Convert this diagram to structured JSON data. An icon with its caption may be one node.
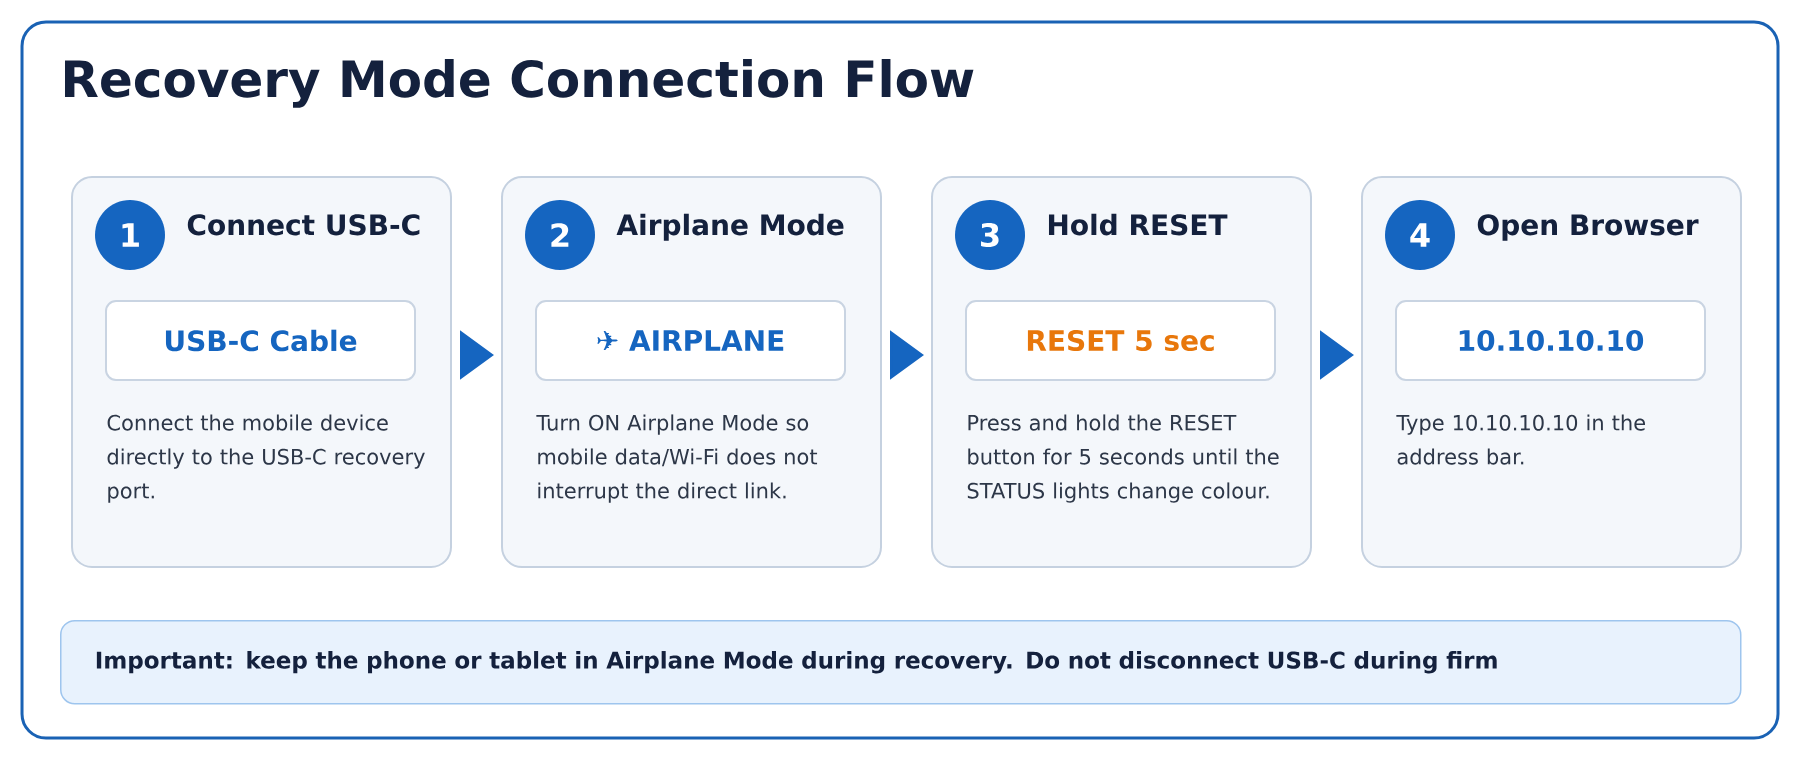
{
  "diagram": {
    "title": "Recovery Mode Connection Flow",
    "nodes": [
      {
        "text": [
          "Connect USB-C",
          "Connect the mobile device directly to the USB-C recovery port."
        ]
      },
      {
        "text": [
          "1"
        ],
        "in": 0
      },
      {
        "text": [
          "USB-C Cable"
        ],
        "in": 0
      },
      {
        "text": [
          "Airplane Mode",
          "Turn ON Airplane Mode so mobile data/Wi-Fi does not interrupt the direct link."
        ]
      },
      {
        "text": [
          "2"
        ],
        "in": 3
      },
      {
        "text": [
          "✈ AIRPLANE"
        ],
        "in": 3
      },
      {
        "text": [
          "Hold RESET",
          "Press and hold the RESET button for 5 seconds until the STATUS lights change colour."
        ]
      },
      {
        "text": [
          "3"
        ],
        "in": 6
      },
      {
        "text": [
          "RESET 5 sec"
        ],
        "in": 6
      },
      {
        "text": [
          "Open Browser",
          "Type 10.10.10.10 in the address bar."
        ]
      },
      {
        "text": [
          "4"
        ],
        "in": 9
      },
      {
        "text": [
          "10.10.10.10"
        ],
        "in": 9
      },
      {
        "text": [
          "Important: keep the phone or tablet in Airplane Mode during recovery. Do not disconnect USB-C during firm"
        ]
      }
    ],
    "edges": [
      {
        "from": 0,
        "to": 3,
        "arrow": "to"
      },
      {
        "from": 3,
        "to": 6,
        "arrow": "to"
      },
      {
        "from": 6,
        "to": 9,
        "arrow": "to"
      }
    ]
  }
}
